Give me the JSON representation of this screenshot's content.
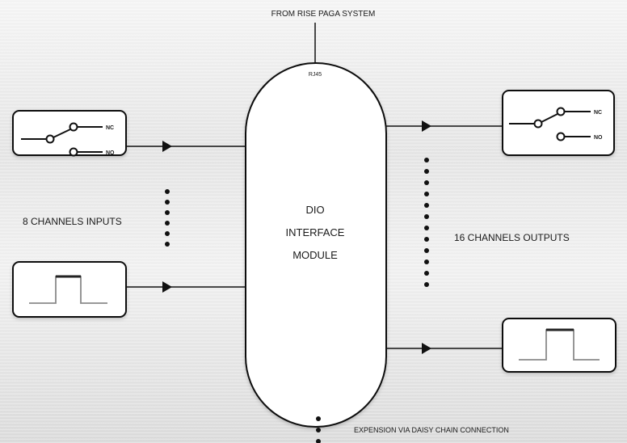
{
  "top_label": "FROM RISE PAGA SYSTEM",
  "connector_label": "RJ45",
  "module": {
    "line1": "DIO",
    "line2": "INTERFACE",
    "line3": "MODULE"
  },
  "inputs_label": "8 CHANNELS INPUTS",
  "outputs_label": "16 CHANNELS OUTPUTS",
  "bottom_label": "EXPENSION VIA DAISY CHAIN CONNECTION",
  "relay_nc": "NC",
  "relay_no": "NO",
  "colors": {
    "line": "#111111",
    "box_fill": "#ffffff",
    "pulse": "#8a8a8a"
  }
}
